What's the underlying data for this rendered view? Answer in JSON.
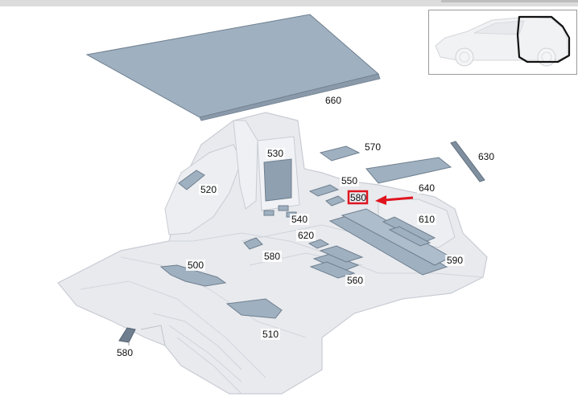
{
  "labels": {
    "l500": "500",
    "l510": "510",
    "l520": "520",
    "l530": "530",
    "l540": "540",
    "l550": "550",
    "l560": "560",
    "l570": "570",
    "l580_top": "580",
    "l580_bottom": "580",
    "l580_highlight": "580",
    "l590": "590",
    "l610": "610",
    "l620": "620",
    "l630": "630",
    "l640": "640",
    "l660": "660"
  },
  "colors": {
    "part_fill": "#9fb0c0",
    "part_stroke": "#6f7f8f",
    "body_fill": "#e6e8ec",
    "body_stroke": "#c3c7ce",
    "highlight": "#e0141e"
  }
}
